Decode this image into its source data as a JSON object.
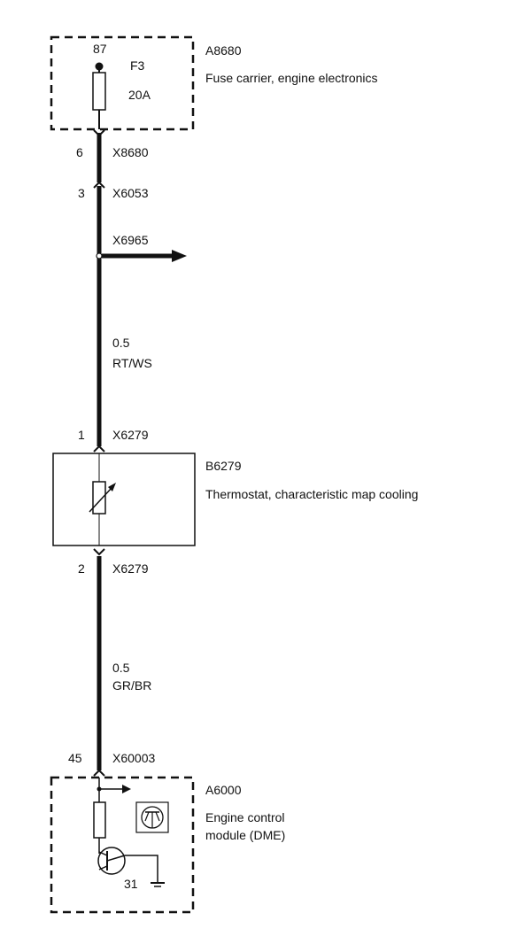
{
  "fuse_carrier": {
    "id": "A8680",
    "description": "Fuse carrier, engine electronics",
    "pin": "87",
    "fuse_name": "F3",
    "fuse_rating": "20A"
  },
  "connectors": {
    "c1": {
      "pin": "6",
      "name": "X8680"
    },
    "c2": {
      "pin": "3",
      "name": "X6053"
    },
    "splice": {
      "name": "X6965"
    },
    "c3": {
      "pin": "1",
      "name": "X6279"
    },
    "c4": {
      "pin": "2",
      "name": "X6279"
    },
    "c5": {
      "pin": "45",
      "name": "X60003"
    }
  },
  "wires": {
    "upper": {
      "gauge": "0.5",
      "color": "RT/WS"
    },
    "lower": {
      "gauge": "0.5",
      "color": "GR/BR"
    }
  },
  "thermostat": {
    "id": "B6279",
    "description": "Thermostat, characteristic  map cooling"
  },
  "control_module": {
    "id": "A6000",
    "description_line1": "Engine control",
    "description_line2": "module (DME)",
    "ground_pin": "31"
  }
}
